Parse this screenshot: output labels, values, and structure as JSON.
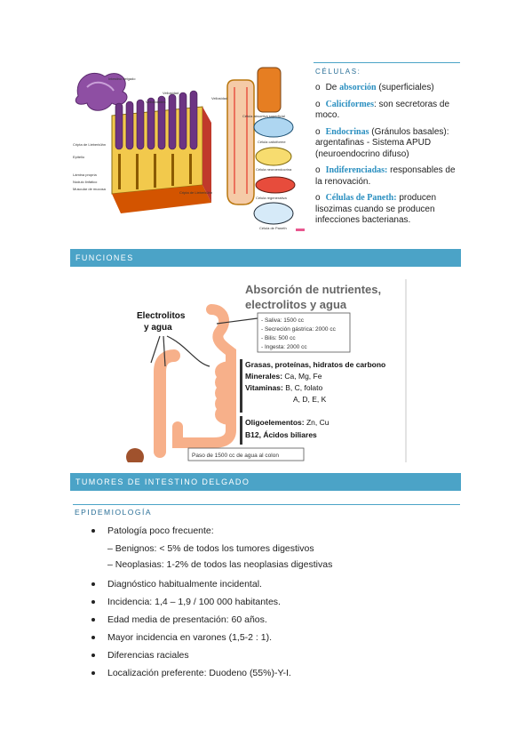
{
  "cells": {
    "title": "CÉLULAS:",
    "bullet": "o",
    "items": [
      {
        "pre": "De ",
        "term": "absorción",
        "post": " (superficiales)"
      },
      {
        "pre": "",
        "term": "Caliciformes",
        "post": ": son secretoras de moco."
      },
      {
        "pre": "",
        "term": "Endocrinas",
        "post": " (Gránulos basales): argentafinas - Sistema APUD (neuroendocrino difuso)"
      },
      {
        "pre": "",
        "term": "Indiferenciadas:",
        "post": " responsables de la renovación."
      },
      {
        "pre": "",
        "term": "Células de Paneth:",
        "post": " producen lisozimas cuando se producen infecciones bacterianas."
      }
    ]
  },
  "intestine_figure": {
    "labels": [
      "Intestino delgado",
      "Vellosidades",
      "Vellosidad",
      "Vellosidad",
      "Célula absortiva superficial",
      "Cripta de Lieberkühn",
      "Epitelio",
      "Lámina propria",
      "Nodulo linfático",
      "Muscular de mucosa",
      "Célula caliciforme",
      "Cripta de Lieberkühn",
      "Célula neuroendocrina",
      "Célula regenerativa",
      "Célula de Paneth"
    ]
  },
  "sections": {
    "funciones": "FUNCIONES",
    "tumores": "TUMORES DE INTESTINO DELGADO"
  },
  "functions_figure": {
    "title_line1": "Absorción de nutrientes,",
    "title_line2": "electrolitos y agua",
    "left_label_1": "Electrolitos",
    "left_label_2": "y agua",
    "inputs": [
      "- Saliva: 1500 cc",
      "- Secreción gástrica: 2000 cc",
      "- Bilis: 500 cc",
      "- Ingesta: 2000 cc"
    ],
    "block1_l1": "Grasas, proteínas, hidratos de carbono",
    "block1_l2_b": "Minerales:",
    "block1_l2": " Ca, Mg, Fe",
    "block1_l3_b": "Vitaminas:",
    "block1_l3": " B, C, folato",
    "block1_l4": "A, D, E, K",
    "block2_l1_b": "Oligoelementos:",
    "block2_l1": " Zn, Cu",
    "block2_l2": "B12, Ácidos biliares",
    "bottom_box": "Paso de 1500 cc de agua al colon"
  },
  "epidemiology": {
    "title": "EPIDEMIOLOGÍA",
    "item1": "Patología poco frecuente:",
    "sub1": "– Benignos: < 5% de todos los tumores digestivos",
    "sub2": "– Neoplasias: 1-2% de todos las neoplasias digestivas",
    "item2": "Diagnóstico habitualmente incidental.",
    "item3": "Incidencia: 1,4 – 1,9 / 100 000 habitantes.",
    "item4": "Edad media de presentación: 60 años.",
    "item5": "Mayor incidencia en varones (1,5-2 : 1).",
    "item6": "Diferencias raciales",
    "item7": "Localización preferente: Duodeno (55%)-Y-I."
  },
  "colors": {
    "accent": "#4ba3c7",
    "term": "#2a8fc0",
    "intestine": "#f7b08a",
    "pink": "#e8578f"
  }
}
